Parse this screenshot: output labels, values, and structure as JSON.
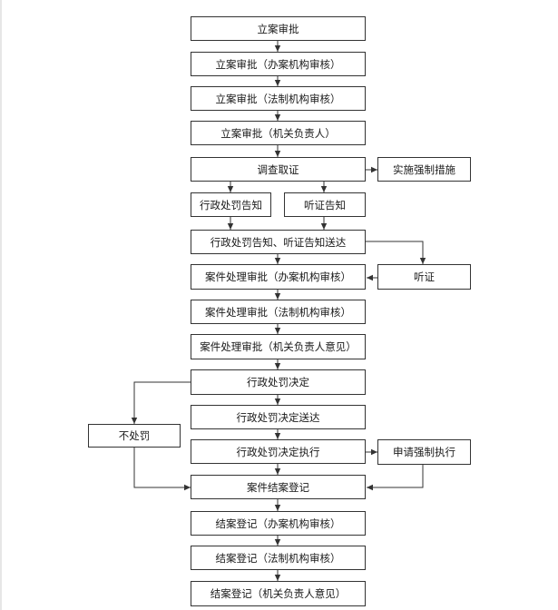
{
  "flowchart": {
    "nodes": {
      "filing_approval": "立案审批",
      "filing_approval_office": "立案审批（办案机构审核）",
      "filing_approval_legal": "立案审批（法制机构审核）",
      "filing_approval_head": "立案审批（机关负责人）",
      "investigation": "调查取证",
      "compulsory_measures": "实施强制措施",
      "penalty_notice": "行政处罚告知",
      "hearing_notice": "听证告知",
      "notice_delivery": "行政处罚告知、听证告知送达",
      "hearing": "听证",
      "case_approval_office": "案件处理审批（办案机构审核）",
      "case_approval_legal": "案件处理审批（法制机构审核）",
      "case_approval_head": "案件处理审批（机关负责人意见）",
      "penalty_decision": "行政处罚决定",
      "no_penalty": "不处罚",
      "decision_delivery": "行政处罚决定送达",
      "decision_execution": "行政处罚决定执行",
      "apply_enforcement": "申请强制执行",
      "case_closing": "案件结案登记",
      "closing_office": "结案登记（办案机构审核）",
      "closing_legal": "结案登记（法制机构审核）",
      "closing_head": "结案登记（机关负责人意见）"
    }
  }
}
